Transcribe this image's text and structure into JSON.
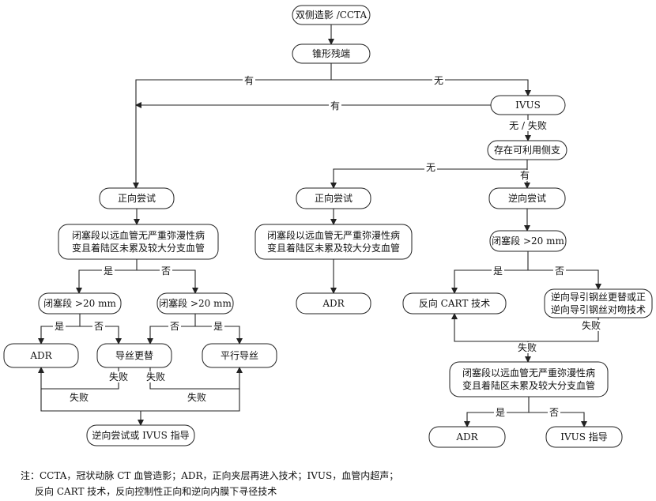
{
  "nodes": {
    "start": [
      "双侧造影 /CCTA"
    ],
    "stump": [
      "锥形残端"
    ],
    "ivus": [
      "IVUS"
    ],
    "side_branch": [
      "存在可利用侧支"
    ],
    "antegrade_left": [
      "正向尝试"
    ],
    "antegrade_mid": [
      "正向尝试"
    ],
    "retrograde": [
      "逆向尝试"
    ],
    "lesion_left": [
      "闭塞段以远血管无严重弥漫性病",
      "变且着陆区未累及较大分支血管"
    ],
    "lesion_mid": [
      "闭塞段以远血管无严重弥漫性病",
      "变且着陆区未累及较大分支血管"
    ],
    "len_right": [
      "闭塞段 >20 mm"
    ],
    "len_left_a": [
      "闭塞段 >20 mm"
    ],
    "len_left_b": [
      "闭塞段 >20 mm"
    ],
    "adr_mid": [
      "ADR"
    ],
    "reverse_cart": [
      "反向 CART 技术"
    ],
    "guidewire_swap_right": [
      "逆向导引钢丝更替或正",
      "逆向导引钢丝对吻技术"
    ],
    "adr_left": [
      "ADR"
    ],
    "wire_swap": [
      "导丝更替"
    ],
    "parallel": [
      "平行导丝"
    ],
    "lesion_right": [
      "闭塞段以远血管无严重弥漫性病",
      "变且着陆区未累及较大分支血管"
    ],
    "retro_ivus": [
      "逆向尝试或 IVUS 指导"
    ],
    "adr_right": [
      "ADR"
    ],
    "ivus_guide": [
      "IVUS 指导"
    ]
  },
  "labels": {
    "yes_short": "有",
    "no_short": "无",
    "yes": "是",
    "no": "否",
    "fail": "失败",
    "none_fail": "无 / 失败"
  },
  "footnote": {
    "line1": "注：CCTA，冠状动脉 CT 血管造影；ADR，正向夹层再进入技术；IVUS，血管内超声；",
    "line2": "反向 CART 技术，反向控制性正向和逆向内膜下寻径技术"
  }
}
